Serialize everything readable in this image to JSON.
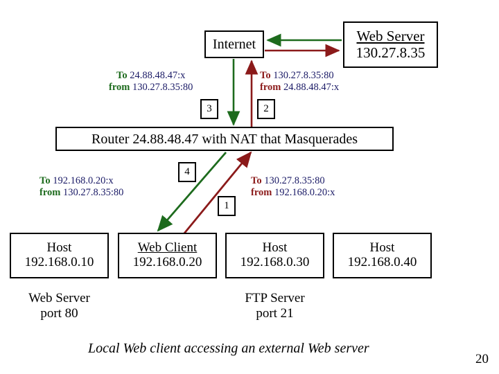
{
  "slide": {
    "page_number": "20",
    "caption": "Local Web client accessing an external Web server"
  },
  "colors": {
    "green": "#1d6b1d",
    "dark_red": "#8b1a1a",
    "ip_navy": "#1a1a66",
    "outline": "#000000",
    "background": "#ffffff"
  },
  "nodes": {
    "internet": {
      "label": "Internet"
    },
    "web_server": {
      "title": "Web Server",
      "address": "130.27.8.35"
    },
    "router": {
      "label": "Router 24.88.48.47 with NAT that Masquerades"
    },
    "hosts": [
      {
        "title": "Host",
        "address": "192.168.0.10",
        "underlined": false
      },
      {
        "title": "Web Client",
        "address": "192.168.0.20",
        "underlined": true
      },
      {
        "title": "Host",
        "address": "192.168.0.30",
        "underlined": false
      },
      {
        "title": "Host",
        "address": "192.168.0.40",
        "underlined": false
      }
    ]
  },
  "services": [
    {
      "name": "Web Server",
      "port": "port 80"
    },
    {
      "name": "FTP Server",
      "port": "port 21"
    }
  ],
  "packet_labels": {
    "step3": {
      "to_kw": "To",
      "to_ip": "24.88.48.47:x",
      "from_kw": "from",
      "from_ip": "130.27.8.35:80",
      "color": "green"
    },
    "step2": {
      "to_kw": "To",
      "to_ip": "130.27.8.35:80",
      "from_kw": "from",
      "from_ip": "24.88.48.47:x",
      "color": "dark_red"
    },
    "step4": {
      "to_kw": "To",
      "to_ip": "192.168.0.20:x",
      "from_kw": "from",
      "from_ip": "130.27.8.35:80",
      "color": "green"
    },
    "step1": {
      "to_kw": "To",
      "to_ip": "130.27.8.35:80",
      "from_kw": "from",
      "from_ip": "192.168.0.20:x",
      "color": "dark_red"
    }
  },
  "step_markers": {
    "one": "1",
    "two": "2",
    "three": "3",
    "four": "4"
  }
}
